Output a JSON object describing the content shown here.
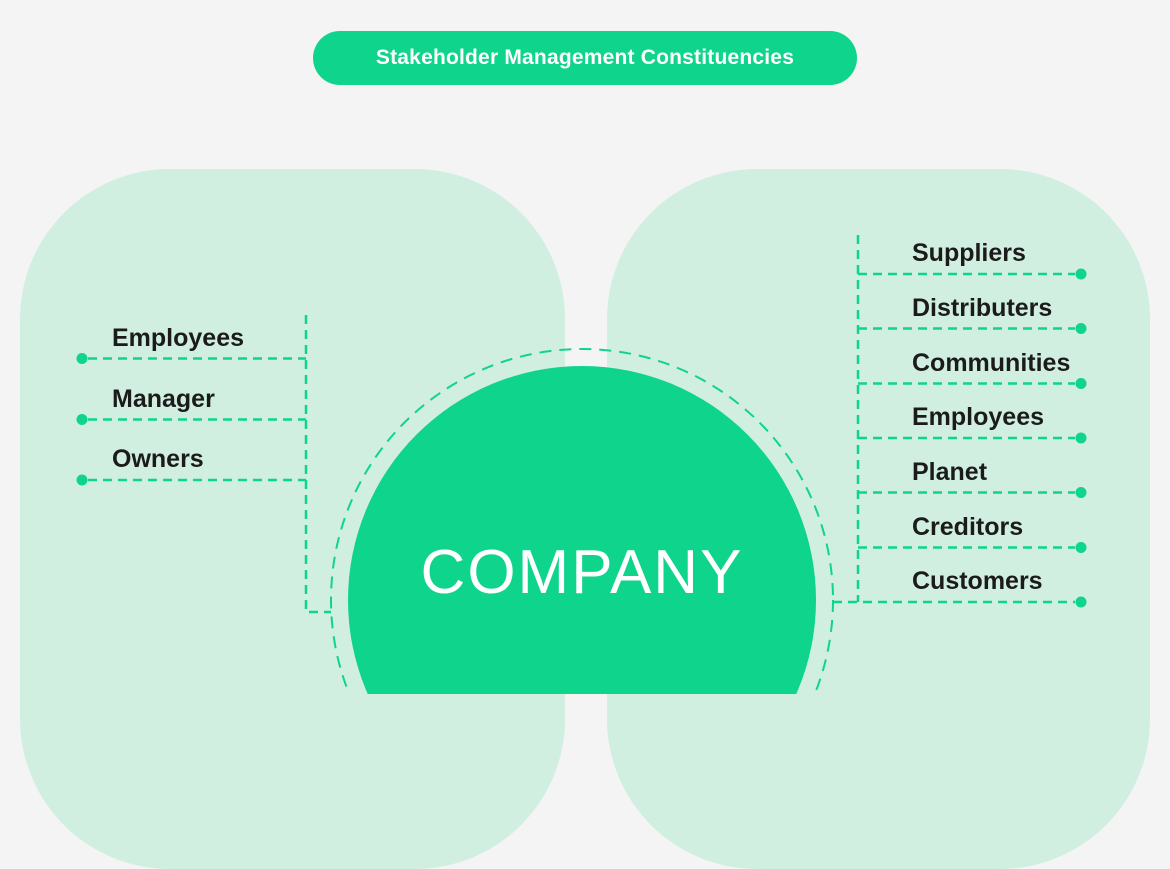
{
  "title": "Stakeholder Management Constituencies",
  "company": {
    "label": "COMPANY"
  },
  "stakeholders": {
    "left": [
      {
        "label": "Employees"
      },
      {
        "label": "Manager"
      },
      {
        "label": "Owners"
      }
    ],
    "right": [
      {
        "label": "Suppliers"
      },
      {
        "label": "Distributers"
      },
      {
        "label": "Communities"
      },
      {
        "label": "Employees"
      },
      {
        "label": "Planet"
      },
      {
        "label": "Creditors"
      },
      {
        "label": "Customers"
      }
    ]
  },
  "icons": {
    "connector_dot": "dot-endpoint-icon"
  },
  "colors": {
    "accent": "#0fd48c",
    "panel": "#d0efe1",
    "background": "#f4f4f5",
    "label_text": "#1b1b1b",
    "title_text": "#ffffff"
  }
}
